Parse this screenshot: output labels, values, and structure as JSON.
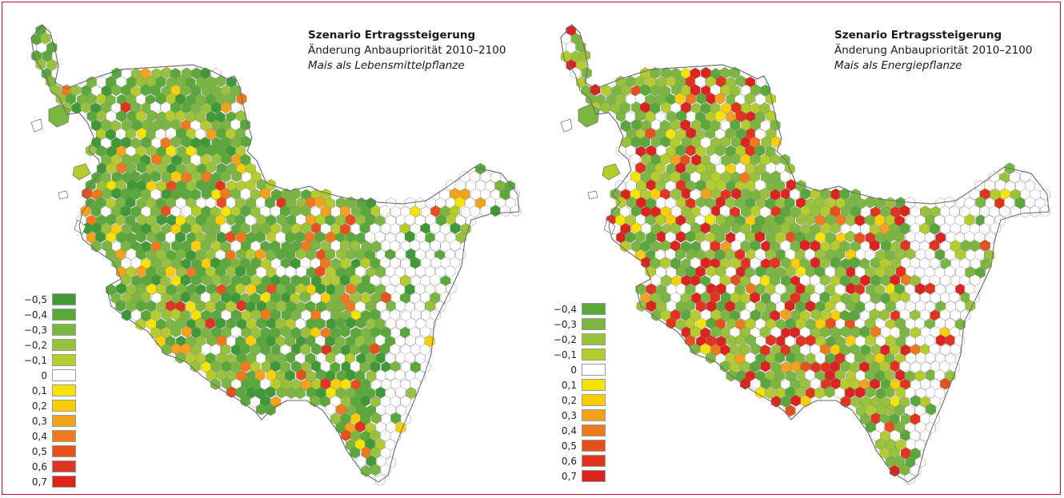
{
  "colors": {
    "frame": "#c8102e",
    "outline": "#777777",
    "zero_fill": "#ffffff"
  },
  "legend_colors": {
    "-0,5": "#3f9a35",
    "-0,4": "#5aa83a",
    "-0,3": "#7ab640",
    "-0,2": "#98c23c",
    "-0,1": "#b5cd2c",
    "0": "#ffffff",
    "0,1": "#f5e400",
    "0,2": "#f9cf00",
    "0,3": "#f4a11c",
    "0,4": "#ee7a1c",
    "0,5": "#e5511c",
    "0,6": "#e1341e",
    "0,7": "#dc241f"
  },
  "maps": [
    {
      "title": "Szenario Ertragssteigerung",
      "subtitle": "Änderung Anbaupriorität 2010–2100",
      "note": "Mais als Lebensmittelpflanze",
      "legend": [
        "−0,5",
        "−0,4",
        "−0,3",
        "−0,2",
        "−0,1",
        "0",
        "0,1",
        "0,2",
        "0,3",
        "0,4",
        "0,5",
        "0,6",
        "0,7"
      ],
      "legend_keys": [
        "-0,5",
        "-0,4",
        "-0,3",
        "-0,2",
        "-0,1",
        "0",
        "0,1",
        "0,2",
        "0,3",
        "0,4",
        "0,5",
        "0,6",
        "0,7"
      ],
      "mix": [
        0.12,
        0.24,
        0.2,
        0.14,
        0.08,
        0.1,
        0.02,
        0.02,
        0.03,
        0.02,
        0.02,
        0.01,
        0.0
      ],
      "seed": 11
    },
    {
      "title": "Szenario Ertragssteigerung",
      "subtitle": "Änderung Anbaupriorität 2010–2100",
      "note": "Mais als Energiepflanze",
      "legend": [
        "−0,4",
        "−0,3",
        "−0,2",
        "−0,1",
        "0",
        "0,1",
        "0,2",
        "0,3",
        "0,4",
        "0,5",
        "0,6",
        "0,7"
      ],
      "legend_keys": [
        "-0,4",
        "-0,3",
        "-0,2",
        "-0,1",
        "0",
        "0,1",
        "0,2",
        "0,3",
        "0,4",
        "0,5",
        "0,6",
        "0,7"
      ],
      "mix": [
        0.1,
        0.22,
        0.18,
        0.12,
        0.14,
        0.02,
        0.02,
        0.02,
        0.01,
        0.02,
        0.05,
        0.1
      ],
      "seed": 29
    }
  ]
}
